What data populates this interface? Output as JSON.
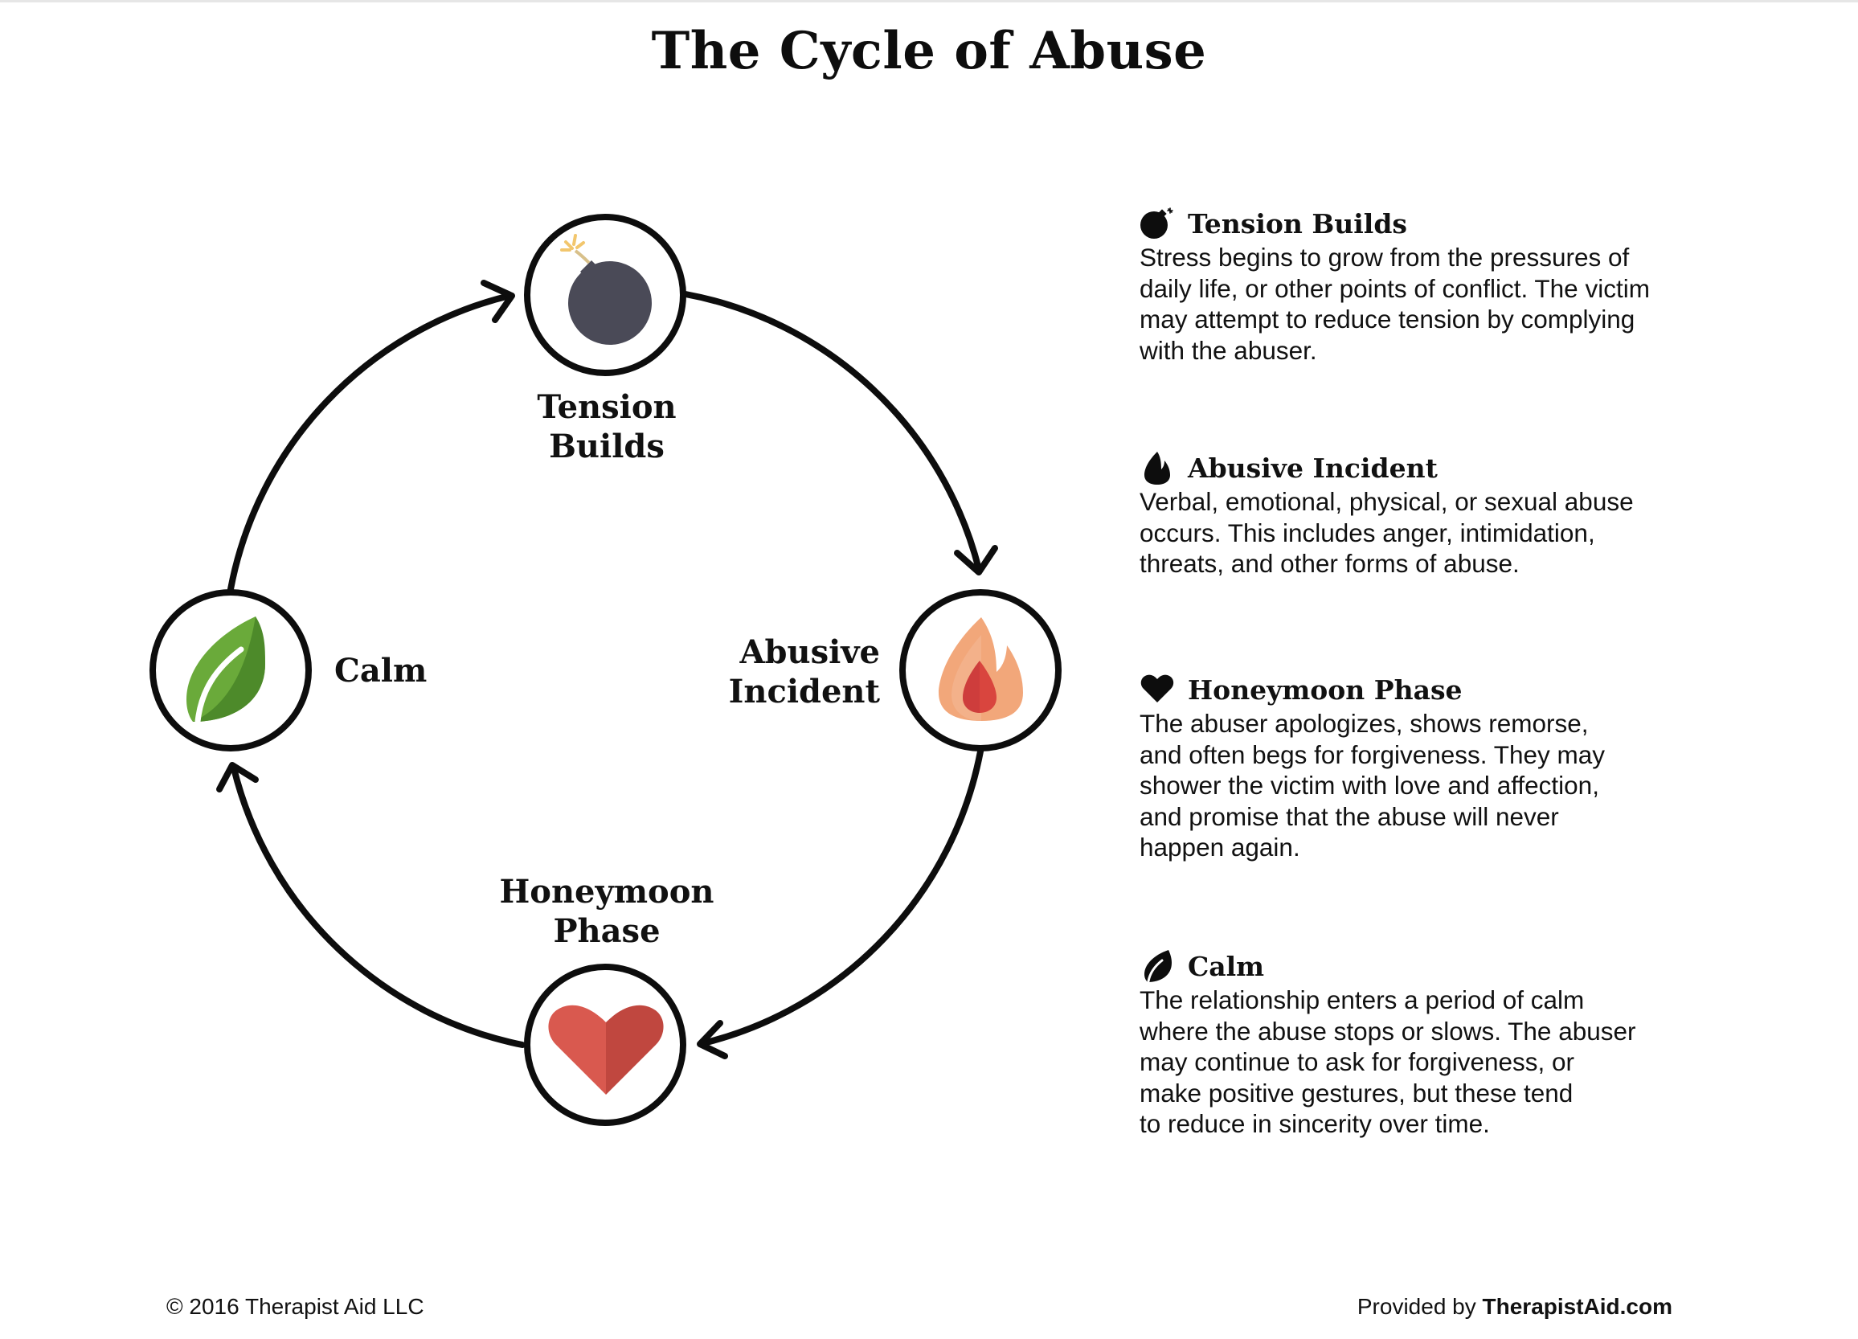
{
  "title": "The Cycle of Abuse",
  "colors": {
    "bomb": "#4a4a57",
    "bomb_spark": "#f2c66d",
    "flame_outer": "#f2a77a",
    "flame_mid": "#e8875a",
    "flame_inner": "#d9453e",
    "heart_left": "#d9594f",
    "heart_right": "#c0473f",
    "leaf_light": "#6aaa3a",
    "leaf_dark": "#4d8a2a",
    "outline": "#0d0d0d"
  },
  "cycle": {
    "nodes": [
      {
        "id": "tension",
        "icon": "bomb-icon",
        "label_lines": [
          "Tension",
          "Builds"
        ]
      },
      {
        "id": "abusive",
        "icon": "flame-icon",
        "label_lines": [
          "Abusive",
          "Incident"
        ]
      },
      {
        "id": "honeymoon",
        "icon": "heart-icon",
        "label_lines": [
          "Honeymoon",
          "Phase"
        ]
      },
      {
        "id": "calm",
        "icon": "leaf-icon",
        "label_lines": [
          "Calm"
        ]
      }
    ]
  },
  "descriptions": [
    {
      "icon": "bomb-icon",
      "title": "Tension Builds",
      "lines": [
        "Stress begins to grow from the pressures of",
        "daily life, or other points of conflict. The victim",
        "may attempt to reduce tension by complying",
        "with the abuser."
      ]
    },
    {
      "icon": "flame-icon",
      "title": "Abusive Incident",
      "lines": [
        "Verbal, emotional, physical, or sexual abuse",
        "occurs. This includes anger, intimidation,",
        "threats, and other forms of abuse."
      ]
    },
    {
      "icon": "heart-icon",
      "title": "Honeymoon Phase",
      "lines": [
        "The abuser apologizes, shows remorse,",
        "and often begs for forgiveness. They may",
        "shower the victim with love and affection,",
        "and promise that the abuse will never",
        "happen again."
      ]
    },
    {
      "icon": "leaf-icon",
      "title": "Calm",
      "lines": [
        "The relationship enters a period of calm",
        "where the abuse stops or slows. The abuser",
        "may continue to ask for forgiveness, or",
        "make positive gestures, but these tend",
        "to reduce in sincerity over time."
      ]
    }
  ],
  "footer": {
    "copyright": "© 2016 Therapist Aid LLC",
    "provided_prefix": "Provided by ",
    "provided_site": "TherapistAid.com"
  }
}
